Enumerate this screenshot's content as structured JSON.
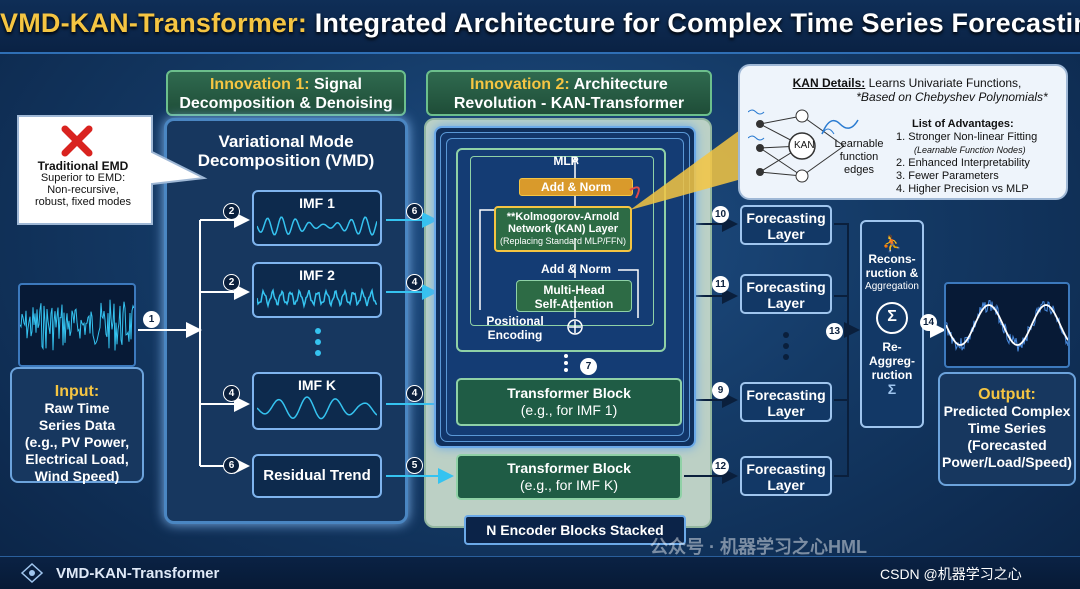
{
  "title": {
    "highlight": "VMD-KAN-Transformer:",
    "rest": " Integrated Architecture for Complex Time Series Forecasting"
  },
  "footer": {
    "label": "VMD-KAN-Transformer",
    "watermark": "CSDN @机器学习之心",
    "watermark_faint": "公众号 · 机器学习之心HML"
  },
  "innovation1": {
    "prefix": "Innovation 1:",
    "rest": " Signal",
    "line2": "Decomposition & Denoising"
  },
  "innovation2": {
    "prefix": "Innovation 2:",
    "rest": " Architecture",
    "line2": "Revolution - KAN-Transformer"
  },
  "traditional": {
    "title": "Traditional EMD",
    "l1": "Superior to EMD:",
    "l2": "Non-recursive,",
    "l3": "robust, fixed modes"
  },
  "input": {
    "title": "Input:",
    "l1": "Raw Time",
    "l2": "Series Data",
    "l3": "(e.g., PV Power,",
    "l4": "Electrical Load,",
    "l5": "Wind Speed)"
  },
  "vmd": {
    "l1": "Variational Mode",
    "l2": "Decomposition (VMD)"
  },
  "imfs": [
    {
      "label": "IMF 1",
      "left_num": "2",
      "right_num": "6",
      "color": "#35c3f0"
    },
    {
      "label": "IMF 2",
      "left_num": "2",
      "right_num": "4",
      "color": "#35c3f0"
    },
    {
      "label": "IMF K",
      "left_num": "4",
      "right_num": "4",
      "color": "#35c3f0"
    }
  ],
  "residual": {
    "label": "Residual Trend",
    "left_num": "6",
    "right_num": "5"
  },
  "kan_block": {
    "mlp": "MLP",
    "add_norm_top": "Add & Norm",
    "kan_l1": "**Kolmogorov-Arnold",
    "kan_l2": "Network (KAN) Layer",
    "kan_l3": "(Replacing Standard MLP/FFN)",
    "add_norm_mid": "Add & Norm",
    "mha_l1": "Multi-Head",
    "mha_l2": "Self-Attention",
    "pos_l1": "Positional",
    "pos_l2": "Encoding",
    "dots_num": "7"
  },
  "transformer1": {
    "l1": "Transformer Block",
    "l2": "(e.g., for IMF 1)"
  },
  "transformerK": {
    "l1": "Transformer Block",
    "l2": "(e.g., for IMF K)"
  },
  "encoder_stack": "N Encoder Blocks Stacked",
  "kan_details": {
    "title_u": "KAN Details:",
    "title_rest": " Learns Univariate Functions,",
    "title_l2": "*Based on Chebyshev Polynomials*",
    "node": "KAN",
    "learn_l1": "Learnable",
    "learn_l2": "function",
    "learn_l3": "edges",
    "adv_title": "List of Advantages:",
    "advantages": [
      "1.  Stronger Non-linear Fitting",
      "(Learnable Function Nodes)",
      "2.  Enhanced Interpretability",
      "3.  Fewer Parameters",
      "4.  Higher Precision vs MLP"
    ]
  },
  "forecast": [
    {
      "l1": "Forecasting",
      "l2": "Layer",
      "num": "10"
    },
    {
      "l1": "Forecasting",
      "l2": "Layer",
      "num": "11"
    },
    {
      "l1": "Forecasting",
      "l2": "Layer",
      "num": "9"
    },
    {
      "l1": "Forecasting",
      "l2": "Layer",
      "num": "12"
    }
  ],
  "recon": {
    "l1": "Recons-",
    "l2": "ruction &",
    "l3": "Aggregation",
    "l4": "Re-",
    "l5": "Aggreg-",
    "l6": "ruction",
    "sigma": "Σ",
    "num_in": "13",
    "num_out": "14"
  },
  "output": {
    "title": "Output:",
    "l1": "Predicted Complex",
    "l2": "Time Series",
    "l3": "(Forecasted",
    "l4": "Power/Load/Speed)"
  },
  "input_num": "1",
  "colors": {
    "accent": "#f5c542",
    "wave": "#35c3f0",
    "green": "#1f5c45",
    "navy": "#123866"
  }
}
